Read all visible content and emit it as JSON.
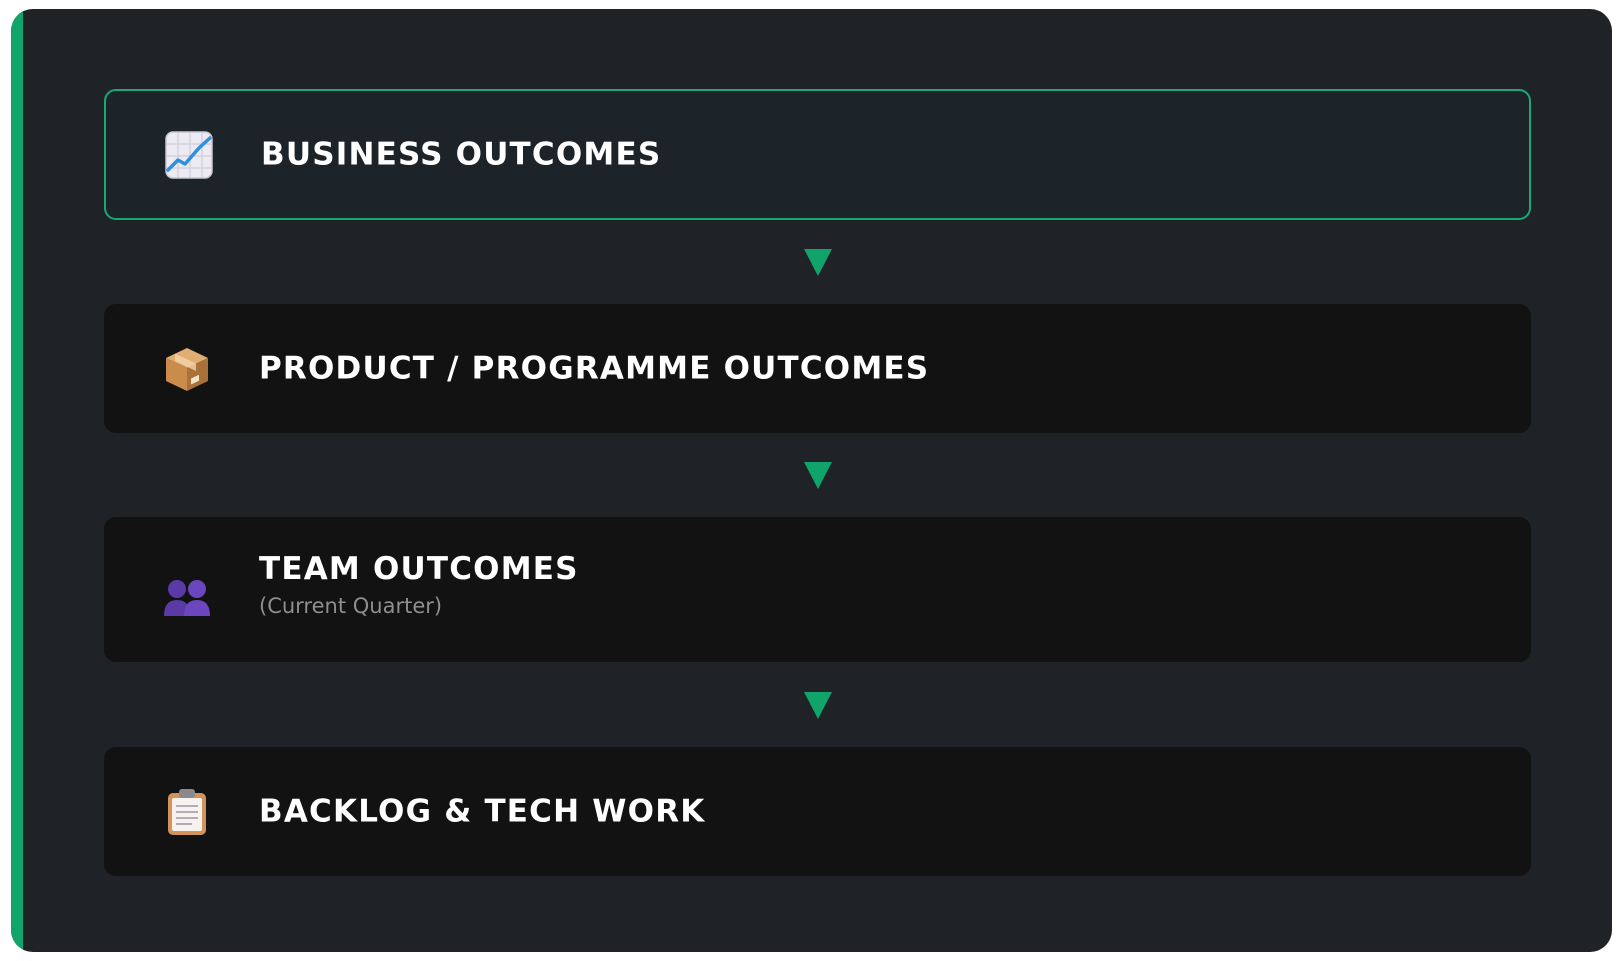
{
  "colors": {
    "accent": "#10a36a",
    "panel_background": "#1f2226",
    "card_background": "#121212",
    "highlight_background": "#1c2429",
    "highlight_border": "#1aa874",
    "title_text": "#ffffff",
    "subtitle_text": "#8e8e8e"
  },
  "levels": [
    {
      "icon": "chart-increasing-icon",
      "title": "BUSINESS OUTCOMES",
      "subtitle": "",
      "highlighted": true
    },
    {
      "icon": "package-icon",
      "title": "PRODUCT / PROGRAMME OUTCOMES",
      "subtitle": "",
      "highlighted": false
    },
    {
      "icon": "people-icon",
      "title": "TEAM OUTCOMES",
      "subtitle": "(Current Quarter)",
      "highlighted": false
    },
    {
      "icon": "clipboard-icon",
      "title": "BACKLOG & TECH WORK",
      "subtitle": "",
      "highlighted": false
    }
  ],
  "connectors": [
    "down-arrow-icon",
    "down-arrow-icon",
    "down-arrow-icon"
  ]
}
